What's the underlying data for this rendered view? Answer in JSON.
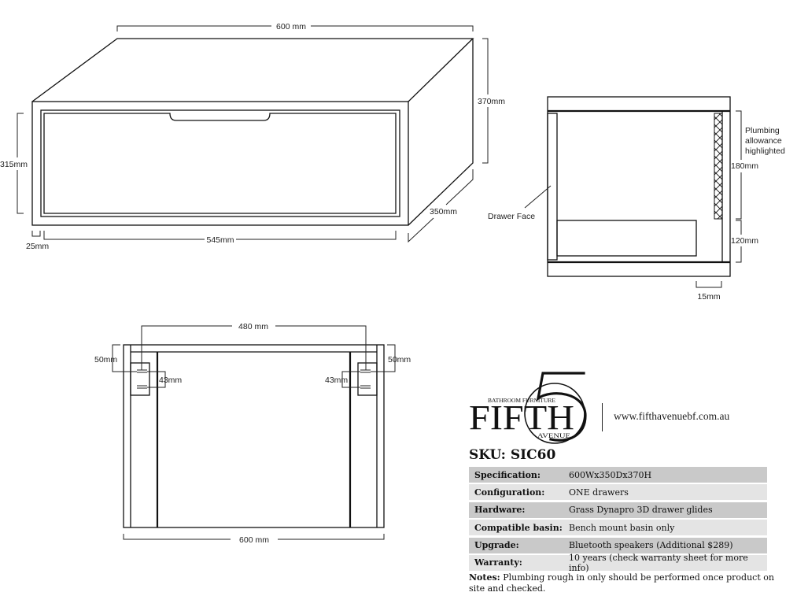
{
  "iso_view": {
    "width_dim": "600 mm",
    "height_dim": "370mm",
    "depth_dim": "350mm",
    "drawer_height_dim": "315mm",
    "side_thickness_dim": "25mm",
    "drawer_width_dim": "545mm"
  },
  "side_view": {
    "plumbing_note": [
      "Plumbing",
      "allowance",
      "highlighted"
    ],
    "upper_dim": "180mm",
    "lower_dim": "120mm",
    "back_dim": "15mm",
    "drawer_face_label": "Drawer Face"
  },
  "plan_view": {
    "bracket_spacing_dim": "480 mm",
    "left_offset_dim": "50mm",
    "right_offset_dim": "50mm",
    "left_slot_dim": "43mm",
    "right_slot_dim": "43mm",
    "overall_width_dim": "600 mm"
  },
  "brand": {
    "logo_text": "FIFTH",
    "logo_numeral": "5",
    "logo_tagline": "BATHROOM FURNITURE",
    "logo_sub": "AVENUE",
    "website": "www.fifthavenuebf.com.au"
  },
  "sku": "SKU: SIC60",
  "specs": [
    {
      "label": "Specification:",
      "value": "600Wx350Dx370H"
    },
    {
      "label": "Configuration:",
      "value": "ONE drawers"
    },
    {
      "label": "Hardware:",
      "value": "Grass Dynapro 3D drawer glides"
    },
    {
      "label": "Compatible basin:",
      "value": "Bench mount basin only"
    },
    {
      "label": "Upgrade:",
      "value": "Bluetooth speakers (Additional $289)"
    },
    {
      "label": "Warranty:",
      "value": "10 years (check warranty sheet for more info)"
    }
  ],
  "notes": {
    "label": "Notes:",
    "text": " Plumbing rough in only should be performed once product on site and checked."
  }
}
